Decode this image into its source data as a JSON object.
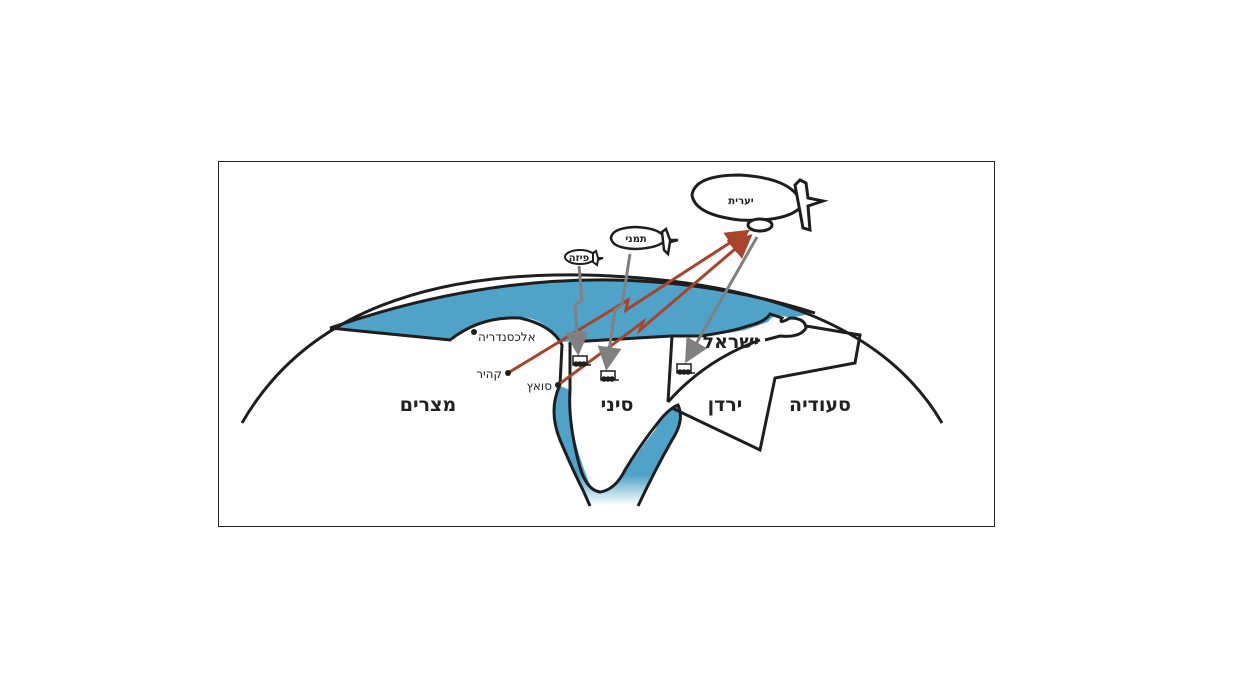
{
  "balloons": {
    "small": "פיזה",
    "medium": "תמני",
    "large": "יערית"
  },
  "cities": {
    "alexandria": "אלכסנדריה",
    "cairo": "קהיר",
    "suez": "סואץ"
  },
  "countries": {
    "israel": "ישראל",
    "egypt": "מצרים",
    "sinai": "סיני",
    "jordan": "ירדן",
    "saudi": "סעודיה"
  },
  "colors": {
    "sea": "#4fa3c8",
    "uplink": "#a8432c",
    "downlink": "#808080",
    "outline": "#1e1e1e"
  }
}
